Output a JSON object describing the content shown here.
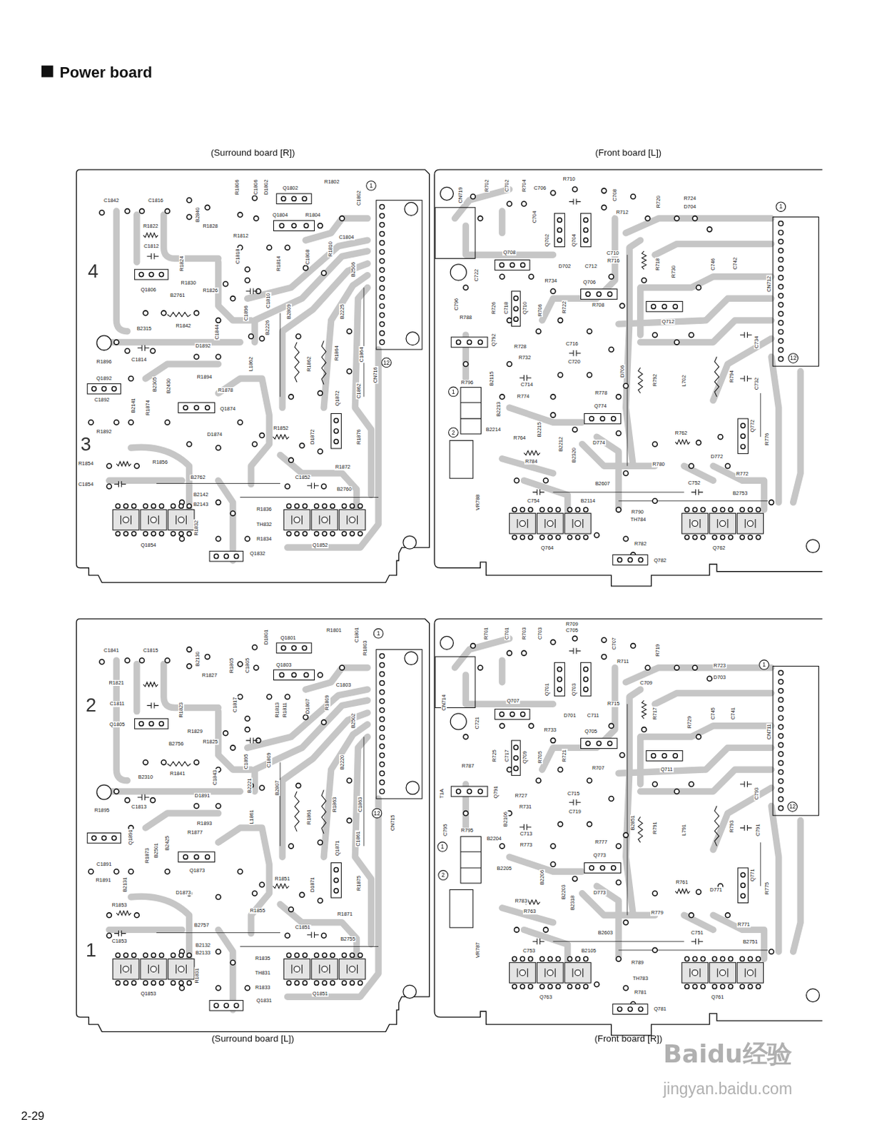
{
  "diagram": {
    "title": "Power board",
    "nodes": [
      {
        "text": [
          "(Surround board [R])"
        ]
      },
      {
        "text": [
          "(Front board [L])"
        ]
      },
      {
        "text": [
          "(Surround board [L])"
        ]
      },
      {
        "text": [
          "(Front board [R])"
        ]
      }
    ],
    "labels": [
      "2-29",
      "Baidu经验",
      "jingyan.baidu.com",
      "1",
      "C1842",
      "C1816",
      "B2840",
      "R1806",
      "C1806",
      "D1802",
      "Q1802",
      "R1802",
      "C1802",
      "R1822",
      "R1828",
      "Q1804",
      "R1804",
      "R1812",
      "C1804",
      "C1812",
      "C1818",
      "R1814",
      "C1808",
      "R1810",
      "4",
      "R1824",
      "R1830",
      "R1826",
      "Q1806",
      "B2761",
      "B2506",
      "C1810",
      "C1896",
      "B2809",
      "B2225",
      "R1842",
      "B2315",
      "C1844",
      "B2226",
      "D1892",
      "C1814",
      "R1896",
      "L1862",
      "R1862",
      "R1864",
      "C1864",
      "12",
      "CN716",
      "R1894",
      "Q1892",
      "B2305",
      "B2430",
      "R1878",
      "C1862",
      "Q1872",
      "C1892",
      "B2141",
      "R1874",
      "Q1874",
      "R1852",
      "R1892",
      "D1874",
      "D1872",
      "R1876",
      "3",
      "R1854",
      "R1856",
      "R1872",
      "B2762",
      "C1852",
      "C1854",
      "B2760",
      "B2142",
      "B2143",
      "R1836",
      "TH832",
      "R1832",
      "R1834",
      "Q1854",
      "Q1852",
      "Q1832",
      "CN719",
      "R702",
      "C702",
      "R704",
      "C706",
      "R710",
      "C708",
      "R720",
      "R724",
      "D704",
      "1",
      "R712",
      "C704",
      "Q702",
      "Q704",
      "C710",
      "Q708",
      "R716",
      "R718",
      "D702",
      "C712",
      "C746",
      "C742",
      "R730",
      "C722",
      "R734",
      "Q706",
      "CN712",
      "C796",
      "R708",
      "R726",
      "C718",
      "Q710",
      "R706",
      "R722",
      "Q712",
      "R788",
      "Q792",
      "C734",
      "C716",
      "R728",
      "R732",
      "12",
      "C720",
      "D706",
      "R794",
      "B2115",
      "R792",
      "L702",
      "R796",
      "C732",
      "C714",
      "1",
      "R778",
      "R774",
      "B2213",
      "Q774",
      "Q772",
      "B2214",
      "B2215",
      "2",
      "R762",
      "R764",
      "R776",
      "D774",
      "B2212",
      "B2320",
      "D772",
      "R784",
      "R780",
      "R772",
      "C752",
      "B2607",
      "B2753",
      "C754",
      "B2114",
      "VR788",
      "R790",
      "TH784",
      "R782",
      "Q764",
      "Q762",
      "Q782",
      "1",
      "C1841",
      "C1815",
      "B2130",
      "R1805",
      "C1805",
      "D1801",
      "Q1801",
      "R1801",
      "C1801",
      "R1803",
      "Q1803",
      "R1827",
      "R1821",
      "C1803",
      "2",
      "C1811",
      "C1817",
      "R1813",
      "R1811",
      "D1807",
      "R1809",
      "R1823",
      "B2502",
      "Q1805",
      "R1829",
      "R1825",
      "B2756",
      "C1809",
      "C1895",
      "B2220",
      "R1841",
      "B2310",
      "C1843",
      "B2221",
      "B2807",
      "D1891",
      "R1863",
      "C1863",
      "C1813",
      "R1895",
      "12",
      "L1861",
      "R1861",
      "CN715",
      "R1893",
      "R1877",
      "Q1891",
      "C1861",
      "B2425",
      "Q1871",
      "B2501",
      "R1873",
      "C1891",
      "Q1873",
      "R1851",
      "R1891",
      "R1875",
      "B2131",
      "D1871",
      "D1873",
      "R1853",
      "R1855",
      "R1871",
      "B2757",
      "C1851",
      "B2755",
      "C1853",
      "B2132",
      "1",
      "B2133",
      "R1835",
      "TH831",
      "R1831",
      "R1833",
      "Q1853",
      "Q1851",
      "Q1831",
      "R701",
      "C701",
      "R703",
      "C703",
      "R709",
      "C705",
      "C707",
      "R719",
      "R711",
      "1",
      "R723",
      "D703",
      "C709",
      "Q701",
      "Q703",
      "Q707",
      "CN714",
      "R715",
      "R717",
      "C745",
      "C741",
      "D701",
      "C711",
      "R729",
      "C721",
      "R733",
      "Q705",
      "CN711",
      "R725",
      "C717",
      "Q709",
      "R705",
      "R721",
      "R787",
      "R707",
      "Q711",
      "T1A",
      "Q791",
      "C793",
      "C715",
      "R727",
      "R731",
      "12",
      "C719",
      "B2106",
      "B2851",
      "R793",
      "R791",
      "L791",
      "C795",
      "R795",
      "C791",
      "C713",
      "B2204",
      "R777",
      "R773",
      "1",
      "Q773",
      "B2205",
      "Q771",
      "2",
      "B2206",
      "R761",
      "R775",
      "D771",
      "B2203",
      "D773",
      "R783",
      "B2318",
      "R763",
      "R779",
      "R771",
      "B2603",
      "C751",
      "B2751",
      "VR787",
      "C753",
      "B2105",
      "R789",
      "TH783",
      "R781",
      "Q763",
      "Q761",
      "Q781"
    ]
  }
}
